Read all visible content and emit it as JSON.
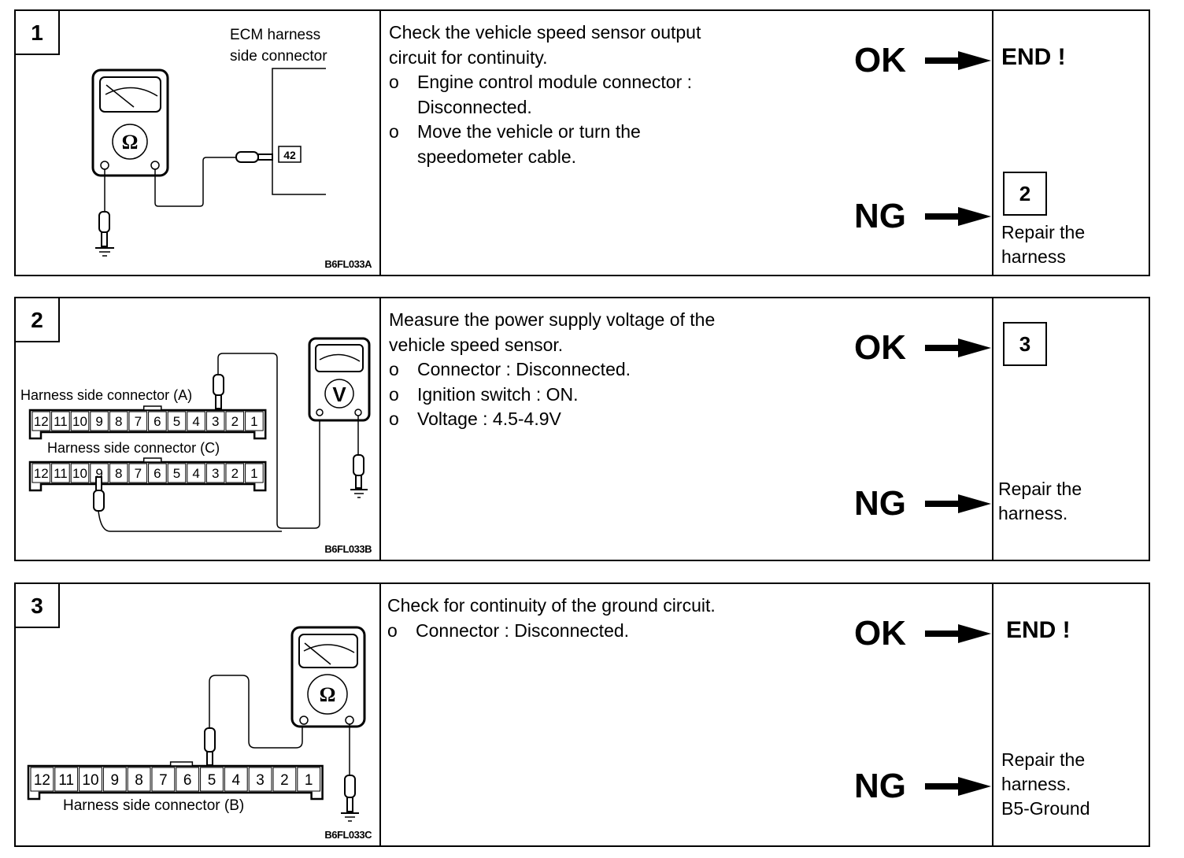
{
  "steps": [
    {
      "number": "1",
      "figure": {
        "code": "B6FL033A",
        "labels": [
          "ECM harness",
          "side connector"
        ],
        "meter_symbol": "Ω",
        "terminal": "42"
      },
      "description": {
        "lead": [
          "Check the vehicle speed sensor output",
          "circuit for continuity."
        ],
        "bullet_mark": "o",
        "bullets": [
          [
            "Engine control module connector :",
            "Disconnected."
          ],
          [
            "Move the vehicle or turn the",
            "speedometer cable."
          ]
        ]
      },
      "ok": {
        "label": "OK",
        "result": "END !"
      },
      "ng": {
        "label": "NG",
        "goto": "2",
        "result": [
          "Repair the",
          "harness"
        ]
      }
    },
    {
      "number": "2",
      "figure": {
        "code": "B6FL033B",
        "connector_a_label": "Harness side connector (A)",
        "connector_c_label": "Harness side connector (C)",
        "pins": [
          "12",
          "11",
          "10",
          "9",
          "8",
          "7",
          "6",
          "5",
          "4",
          "3",
          "2",
          "1"
        ],
        "meter_symbol": "V",
        "probe_a_pin": "3",
        "probe_c_pin": "9"
      },
      "description": {
        "lead": [
          "Measure the power supply voltage of the",
          "vehicle speed sensor."
        ],
        "bullet_mark": "o",
        "bullets": [
          [
            "Connector : Disconnected."
          ],
          [
            "Ignition switch : ON."
          ],
          [
            "Voltage : 4.5-4.9V"
          ]
        ]
      },
      "ok": {
        "label": "OK",
        "goto": "3"
      },
      "ng": {
        "label": "NG",
        "result": [
          "Repair the",
          "harness."
        ]
      }
    },
    {
      "number": "3",
      "figure": {
        "code": "B6FL033C",
        "connector_b_label": "Harness side connector (B)",
        "pins": [
          "12",
          "11",
          "10",
          "9",
          "8",
          "7",
          "6",
          "5",
          "4",
          "3",
          "2",
          "1"
        ],
        "meter_symbol": "Ω",
        "probe_pin": "5"
      },
      "description": {
        "lead": [
          "Check for continuity of the ground circuit."
        ],
        "bullet_mark": "o",
        "bullets": [
          [
            "Connector : Disconnected."
          ]
        ]
      },
      "ok": {
        "label": "OK",
        "result": "END !"
      },
      "ng": {
        "label": "NG",
        "result": [
          "Repair the",
          "harness.",
          "B5-Ground"
        ]
      }
    }
  ]
}
